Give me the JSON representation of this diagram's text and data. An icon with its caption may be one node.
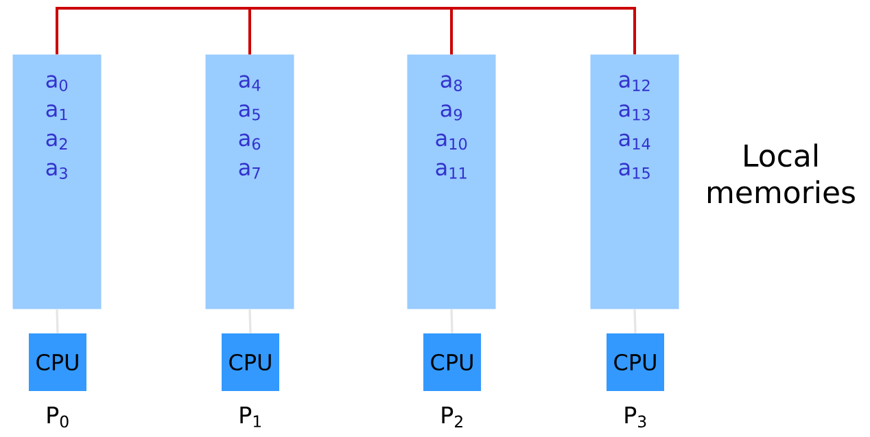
{
  "diagram": {
    "nodes": [
      {
        "text": [
          "a$_{0}$",
          "a$_{1}$",
          "a$_{2}$",
          "a$_{3}$"
        ]
      },
      {
        "text": [
          "a$_{4}$",
          "a$_{5}$",
          "a$_{6}$",
          "a$_{7}$"
        ]
      },
      {
        "text": [
          "a$_{8}$",
          "a$_{9}$",
          "a$_{10}$",
          "a$_{11}$"
        ]
      },
      {
        "text": [
          "a$_{12}$",
          "a$_{13}$",
          "a$_{14}$",
          "a$_{15}$"
        ]
      },
      {
        "text": [
          "CPU"
        ],
        "beside": [
          "P$_{0}$"
        ]
      },
      {
        "text": [
          "CPU"
        ],
        "beside": [
          "P$_{1}$"
        ]
      },
      {
        "text": [
          "CPU"
        ],
        "beside": [
          "P$_{2}$"
        ]
      },
      {
        "text": [
          "CPU"
        ],
        "beside": [
          "P$_{3}$"
        ]
      }
    ],
    "edges": [
      {
        "from": 0,
        "to": 1,
        "arrow": "none",
        "color": "#cc0000"
      },
      {
        "from": 1,
        "to": 2,
        "arrow": "none",
        "color": "#cc0000"
      },
      {
        "from": 2,
        "to": 3,
        "arrow": "none",
        "color": "#cc0000"
      },
      {
        "from": 0,
        "to": 4,
        "arrow": "none",
        "color": "#e6e6e6"
      },
      {
        "from": 1,
        "to": 5,
        "arrow": "none",
        "color": "#e6e6e6"
      },
      {
        "from": 2,
        "to": 6,
        "arrow": "none",
        "color": "#e6e6e6"
      },
      {
        "from": 3,
        "to": 7,
        "arrow": "none",
        "color": "#e6e6e6"
      }
    ],
    "labels": [
      "Local memories"
    ]
  }
}
